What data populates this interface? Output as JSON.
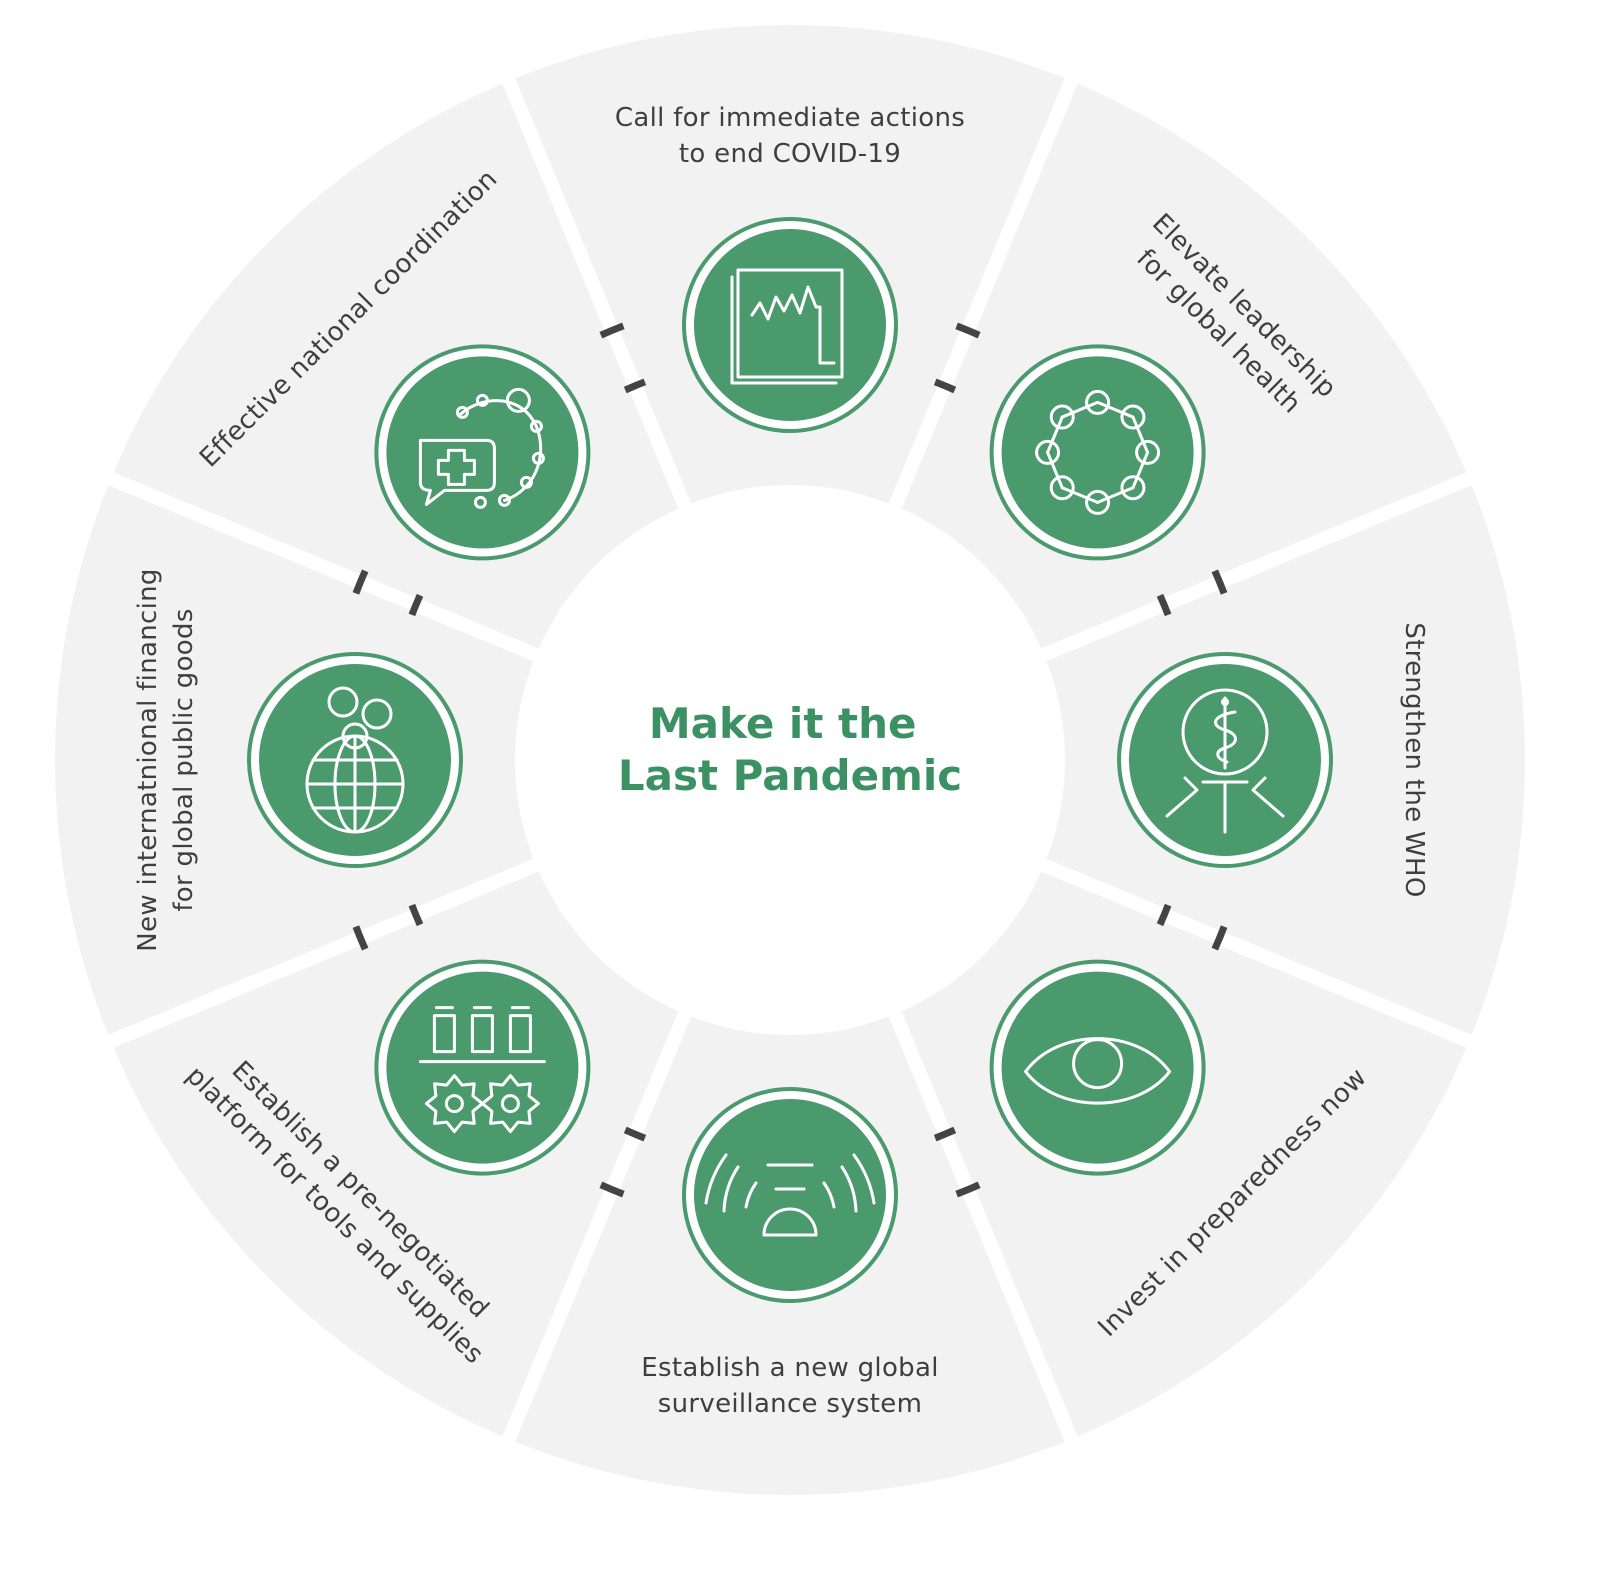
{
  "center_title": [
    "Make it the",
    "Last Pandemic"
  ],
  "colors": {
    "wheel": "#f2f2f2",
    "divider": "#ffffff",
    "ring": "#444444",
    "badge_fill": "#4b9a6e",
    "badge_border": "#4b9a6e",
    "title": "#3b9164",
    "label": "#3f3f3f"
  },
  "segments": [
    {
      "id": "covid",
      "icon": "chart-icon",
      "label": [
        "Call for immediate actions",
        "to end COVID-19"
      ]
    },
    {
      "id": "leadership",
      "icon": "network-ring-icon",
      "label": [
        "Elevate leadership",
        "for global health"
      ]
    },
    {
      "id": "who",
      "icon": "medical-caduceus-icon",
      "label": [
        "Strengthen the WHO"
      ]
    },
    {
      "id": "preparedness",
      "icon": "eye-icon",
      "label": [
        "Invest in preparedness now"
      ]
    },
    {
      "id": "surveillance",
      "icon": "radar-signal-icon",
      "label": [
        "Establish a new global",
        "surveillance system"
      ]
    },
    {
      "id": "platform",
      "icon": "vials-gears-icon",
      "label": [
        "Establish a pre-negotiated",
        "platform for tools and supplies"
      ]
    },
    {
      "id": "financing",
      "icon": "globe-coins-icon",
      "label": [
        "New internatnional financing",
        "for global public goods"
      ]
    },
    {
      "id": "coordination",
      "icon": "health-chat-icon",
      "label": [
        "Effective national coordination"
      ]
    }
  ]
}
